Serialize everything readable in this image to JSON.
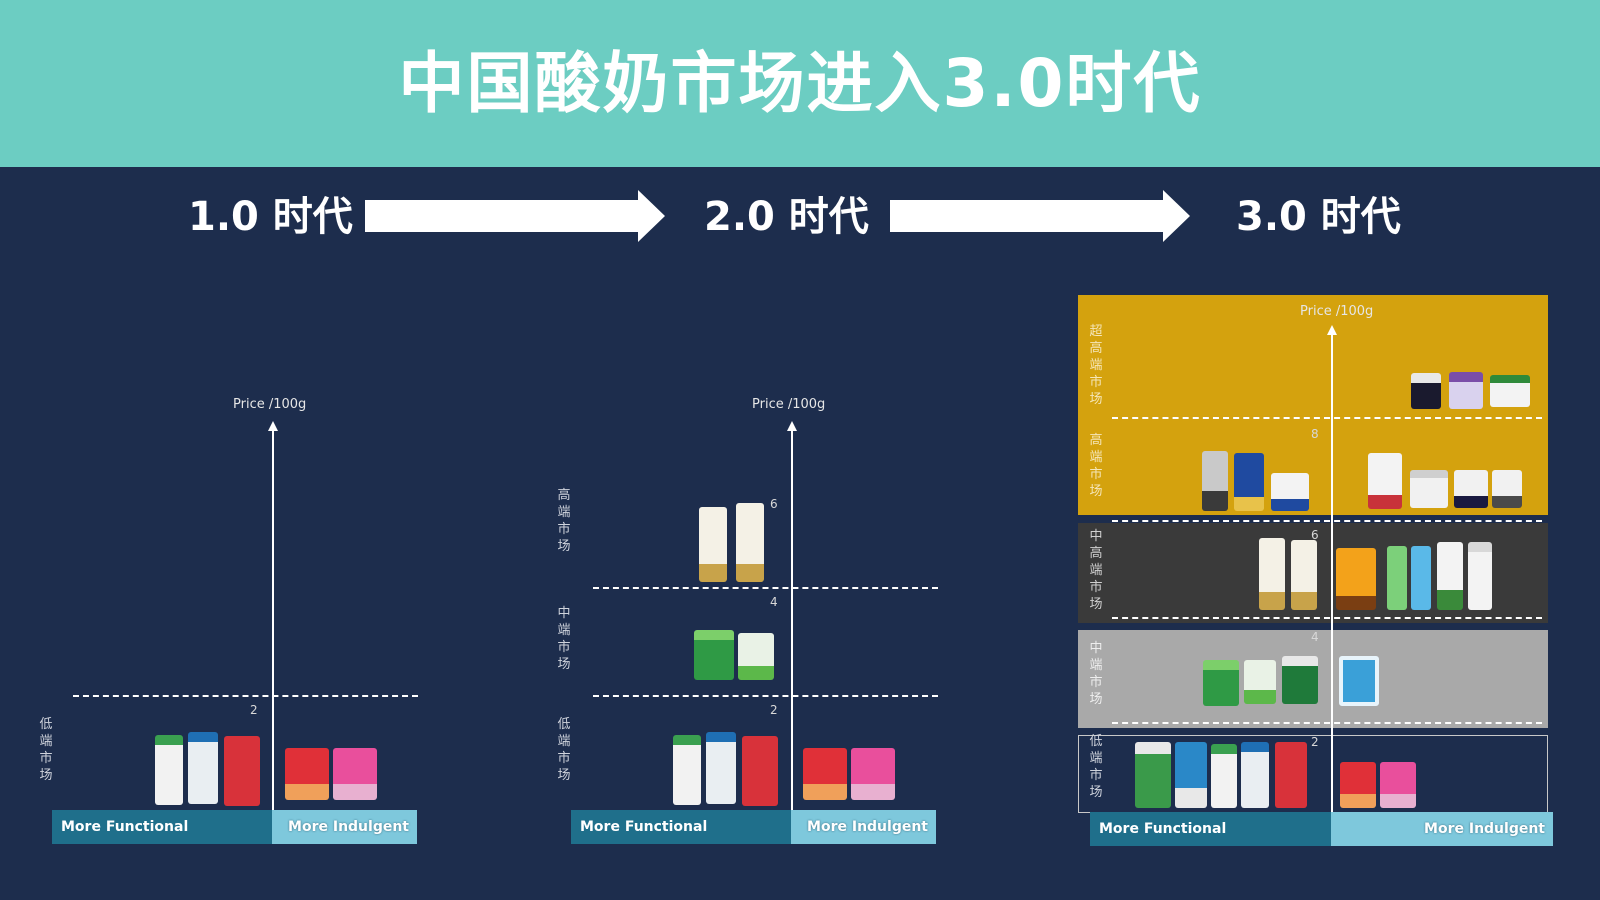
{
  "title": "中国酸奶市场进入3.0时代",
  "eras": [
    "1.0 时代",
    "2.0 时代",
    "3.0 时代"
  ],
  "colors": {
    "header": "#6ccdc2",
    "background": "#1d2d4d",
    "gold": "#d4a20e",
    "dark_gray": "#3a3a3a",
    "light_gray": "#a9a9a9",
    "functional": "#1f6f8b",
    "indulgent": "#7ec8dc"
  },
  "axis": {
    "price": "Price /100g",
    "functional": "More Functional",
    "indulgent": "More Indulgent"
  },
  "segments": {
    "super_high": "超高端市场",
    "high": "高端市场",
    "mid_high": "中高端市场",
    "mid": "中端市场",
    "low": "低端市场"
  },
  "ticks": {
    "t2": "2",
    "t4": "4",
    "t6": "6",
    "t8": "8"
  },
  "icons": [
    "right-arrow-icon",
    "up-arrow-icon",
    "yogurt-product-icon"
  ]
}
